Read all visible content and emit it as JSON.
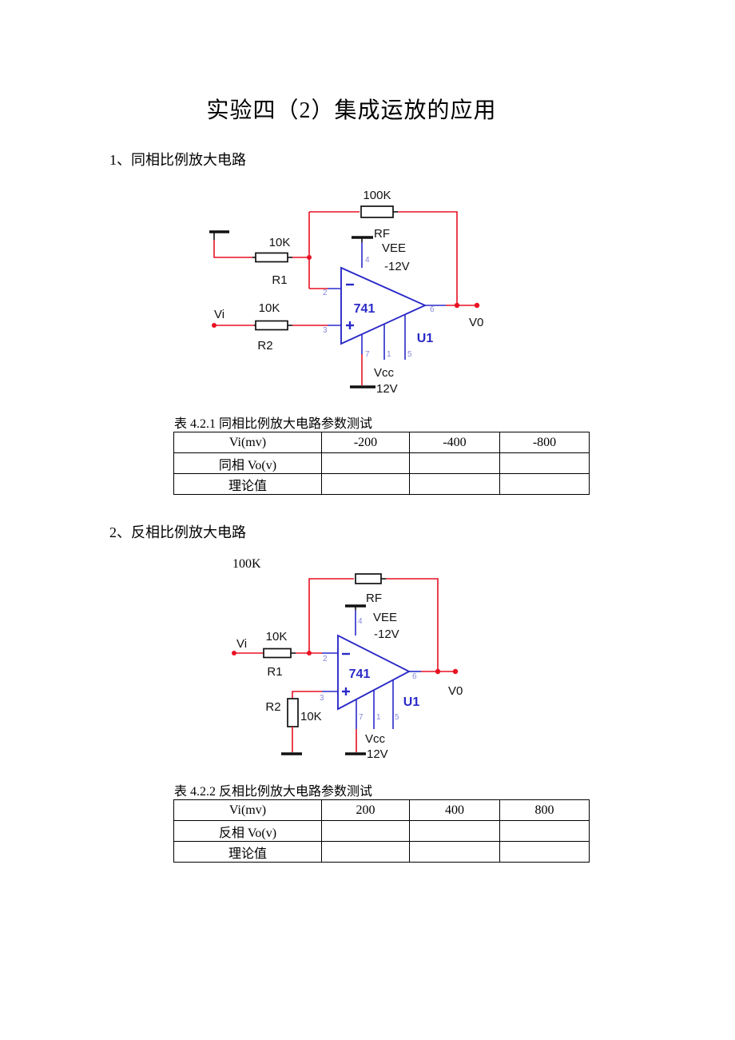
{
  "colors": {
    "wire": "#e81123",
    "blue": "#2a2ac8",
    "pin": "#8787dd"
  },
  "title": "实验四（2）集成运放的应用",
  "section1": {
    "heading": "1、同相比例放大电路",
    "circuit": {
      "rf_value": "100K",
      "rf_name": "RF",
      "r1_value": "10K",
      "r1_name": "R1",
      "r2_value": "10K",
      "r2_name": "R2",
      "vee_label": "VEE",
      "vee_value": "-12V",
      "vcc_label": "Vcc",
      "vcc_value": "12V",
      "opamp_model": "741",
      "opamp_ref": "U1",
      "input_label": "Vi",
      "output_label": "V0",
      "pin_inverting": "2",
      "pin_noninverting": "3",
      "pin_vminus": "4",
      "pin_output": "6",
      "pin7": "7",
      "pin1": "1",
      "pin5": "5"
    },
    "table": {
      "caption": "表 4.2.1 同相比例放大电路参数测试",
      "header": [
        "Vi(mv)",
        "-200",
        "-400",
        "-800"
      ],
      "rows": [
        {
          "label": "同相 Vo(v)",
          "values": [
            "",
            "",
            ""
          ]
        },
        {
          "label": "理论值",
          "values": [
            "",
            "",
            ""
          ]
        }
      ]
    }
  },
  "section2": {
    "heading": "2、反相比例放大电路",
    "feedback_label": "100K",
    "circuit": {
      "rf_name": "RF",
      "r1_value": "10K",
      "r1_name": "R1",
      "r2_value": "10K",
      "r2_name": "R2",
      "vee_label": "VEE",
      "vee_value": "-12V",
      "vcc_label": "Vcc",
      "vcc_value": "12V",
      "opamp_model": "741",
      "opamp_ref": "U1",
      "input_label": "Vi",
      "output_label": "V0",
      "pin_inverting": "2",
      "pin_noninverting": "3",
      "pin_vminus": "4",
      "pin_output": "6",
      "pin7": "7",
      "pin1": "1",
      "pin5": "5"
    },
    "table": {
      "caption": "表 4.2.2 反相比例放大电路参数测试",
      "header": [
        "Vi(mv)",
        "200",
        "400",
        "800"
      ],
      "rows": [
        {
          "label": "反相 Vo(v)",
          "values": [
            "",
            "",
            ""
          ]
        },
        {
          "label": "理论值",
          "values": [
            "",
            "",
            ""
          ]
        }
      ]
    }
  }
}
